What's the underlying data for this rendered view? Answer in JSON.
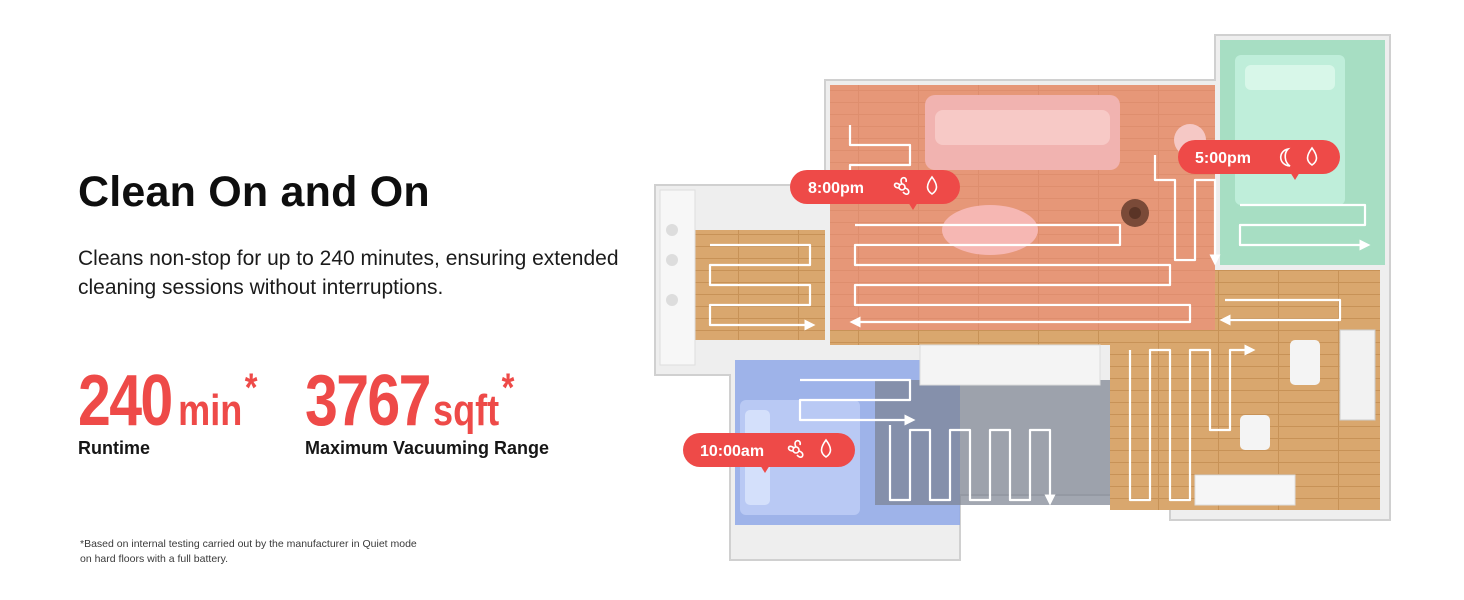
{
  "headline": "Clean On and On",
  "description": "Cleans non-stop for up to 240 minutes, ensuring extended cleaning sessions without interruptions.",
  "stats": [
    {
      "value": "240",
      "unit": "min",
      "asterisk": "*",
      "label": "Runtime"
    },
    {
      "value": "3767",
      "unit": "sqft",
      "asterisk": "*",
      "label": "Maximum Vacuuming Range"
    }
  ],
  "footnote": "*Based on internal testing carried out by the manufacturer in Quiet mode on hard floors with a full battery.",
  "floor_plan": {
    "schedules": [
      {
        "time": "8:00pm",
        "icons": [
          "fan-icon",
          "water-drop-icon"
        ]
      },
      {
        "time": "5:00pm",
        "icons": [
          "moon-icon",
          "water-drop-icon"
        ]
      },
      {
        "time": "10:00am",
        "icons": [
          "fan-icon",
          "water-drop-icon"
        ]
      }
    ],
    "colors": {
      "accent": "#ee4a48",
      "living_zone": "#f08a82",
      "bedroom_zone": "#8fd8b4",
      "office_zone": "#8fa8e8",
      "wood": "#d7a56b"
    }
  }
}
